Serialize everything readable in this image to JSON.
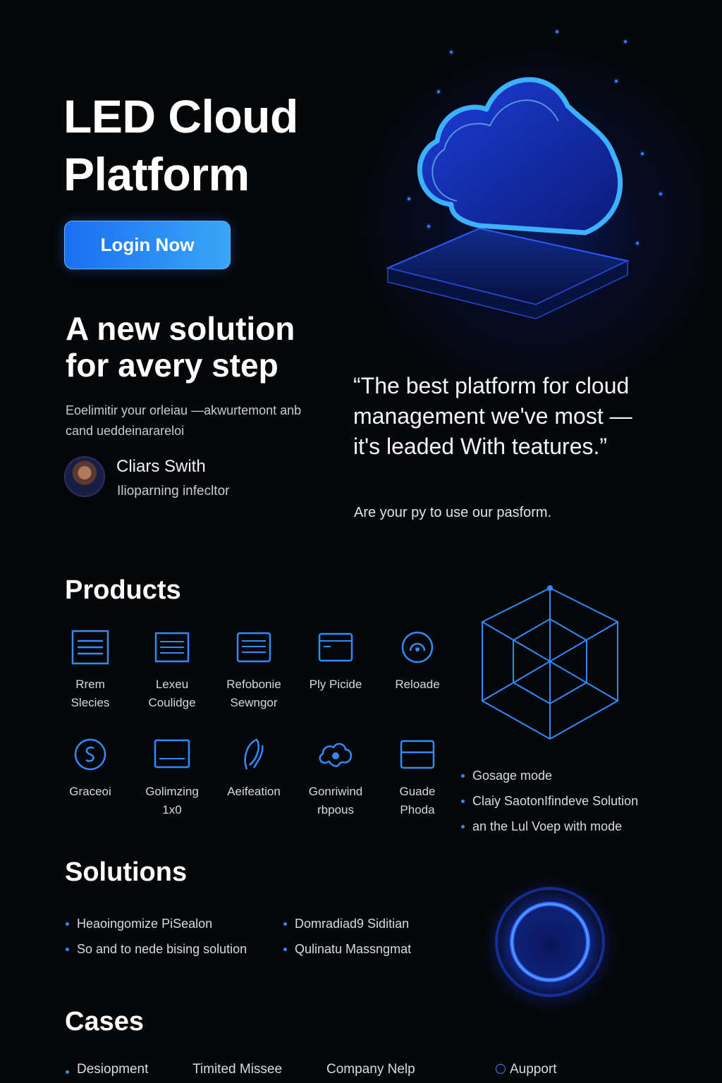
{
  "hero": {
    "title_line1": "LED Cloud",
    "title_line2": "Platform",
    "login_label": "Login Now"
  },
  "intro": {
    "heading_line1": "A new solution",
    "heading_line2": "for avery step",
    "description": "Eoelimitir your orleiau —akwurtemont anb cand ueddеinarareloi",
    "author_name": "Cliars Swith",
    "author_role": "Ilioparning infecltor"
  },
  "testimonial": {
    "quote": "“The best platform for cloud management we've most — it's leaded With teatures.”",
    "caption": "Are your py to use our pasform."
  },
  "products": {
    "heading": "Products",
    "items": [
      {
        "label": "Rrem\nSlecies",
        "icon": "list-box-icon"
      },
      {
        "label": "Lexeu\nCoulidge",
        "icon": "text-box-icon"
      },
      {
        "label": "Refobonie\nSewngor",
        "icon": "document-icon"
      },
      {
        "label": "Ply Picide",
        "icon": "window-icon"
      },
      {
        "label": "Reloade",
        "icon": "gauge-icon"
      },
      {
        "label": "Graceoi",
        "icon": "circle-s-icon"
      },
      {
        "label": "Golimzing\n1x0",
        "icon": "monitor-icon"
      },
      {
        "label": "Aeifeation",
        "icon": "feather-icon"
      },
      {
        "label": "Gonriwind\nrbpous",
        "icon": "cloud-icon"
      },
      {
        "label": "Guade\nPhoda",
        "icon": "card-icon"
      }
    ],
    "features": [
      "Gosage mode",
      "Claiy SaotonIfindeve Solution",
      "an the Lul Voep with mode"
    ]
  },
  "solutions": {
    "heading": "Solutions",
    "col1": [
      "Heaoingomize PiSealon",
      "So and to nede bising solution"
    ],
    "col2": [
      "Domradiad9 Siditian",
      "Qulinatu Massngmat"
    ]
  },
  "cases": {
    "heading": "Cases",
    "items": [
      "Desiopment",
      "Timited Missee",
      "Company Nelp",
      "Aupport"
    ]
  },
  "colors": {
    "accent": "#2f8cff",
    "button_start": "#1a6ff2",
    "button_end": "#3aa6f7",
    "background": "#050608"
  }
}
